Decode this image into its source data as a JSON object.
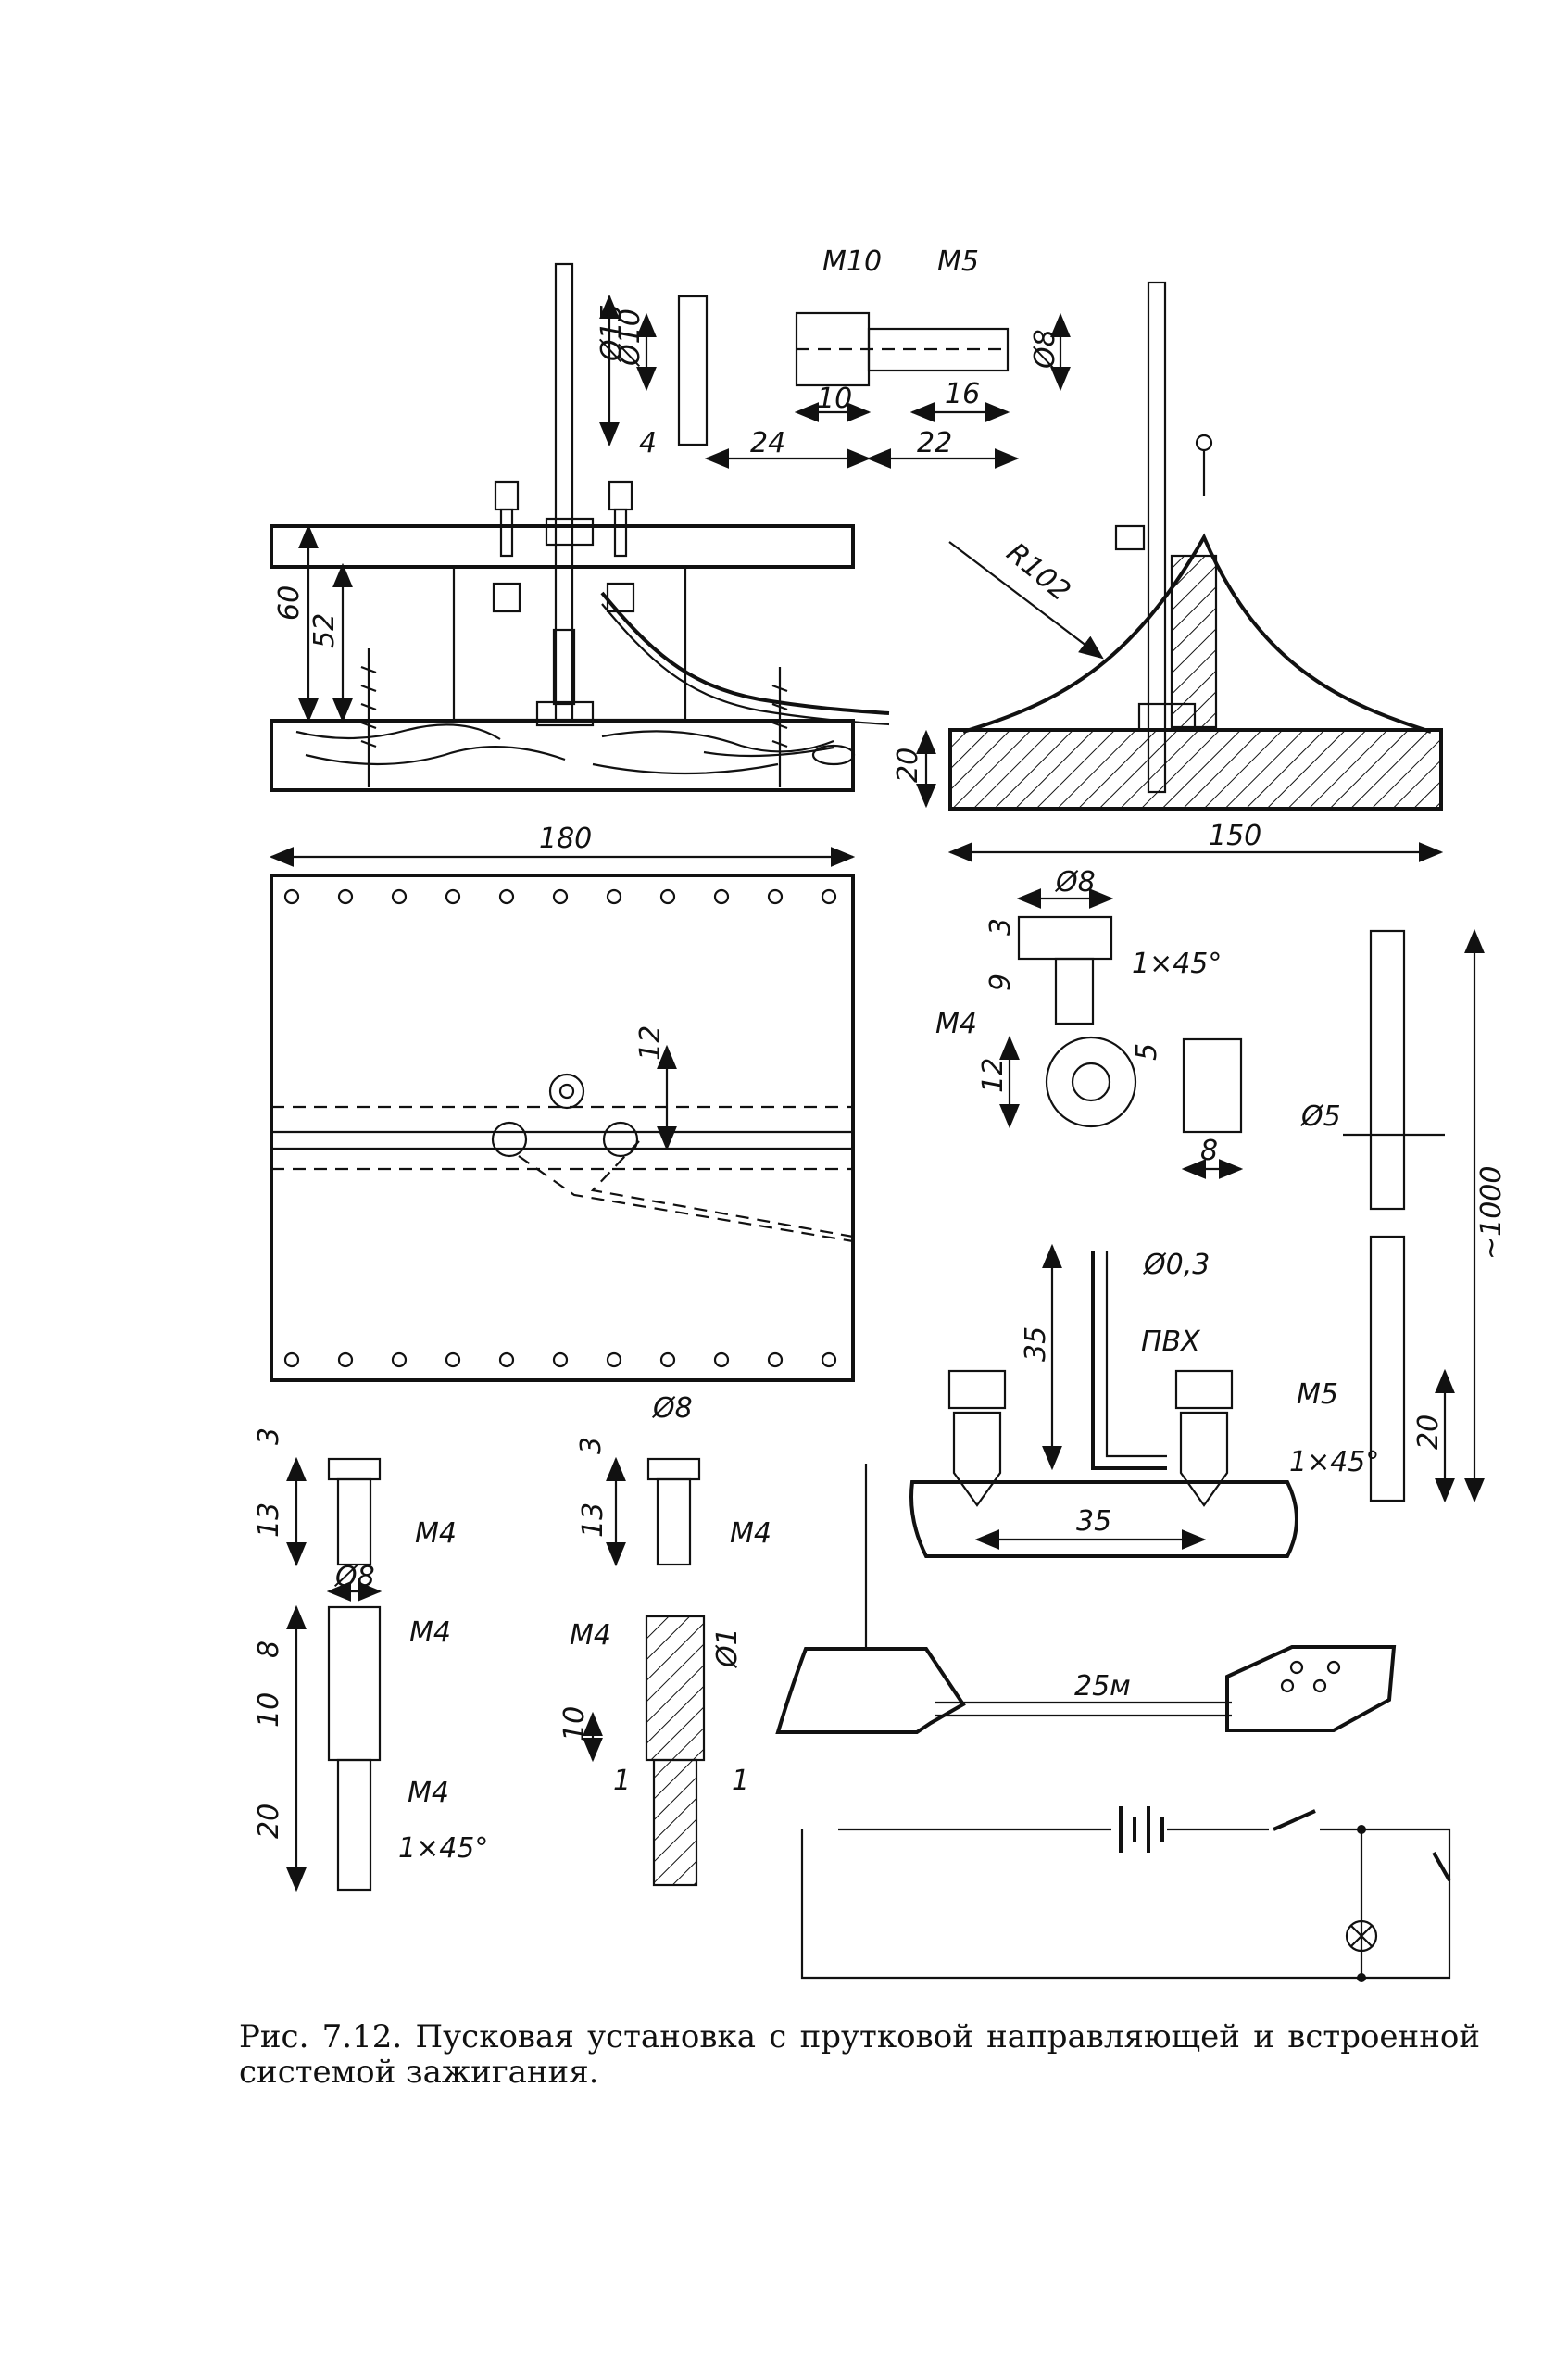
{
  "figure": {
    "caption_number": "Рис. 7.12.",
    "caption_text": "Пусковая установка с прутковой направляющей и встроенной системой зажигания."
  },
  "labels": {
    "front_view": {
      "d60": "60",
      "d52": "52"
    },
    "bushing": {
      "m10": "M10",
      "m5": "M5",
      "d15": "Ø15",
      "d10": "Ø10",
      "d8": "Ø8",
      "l10": "10",
      "l16": "16",
      "l4": "4",
      "l24": "24",
      "l22": "22"
    },
    "side_view": {
      "r102": "R102",
      "h20": "20",
      "w150": "150"
    },
    "plan_view": {
      "w180": "180",
      "o12": "12"
    },
    "thumb_screw": {
      "d8": "Ø8",
      "h3": "3",
      "h9": "9",
      "chamfer": "1×45°",
      "thread": "M4",
      "d12": "12",
      "s5": "5",
      "w8": "8"
    },
    "rod": {
      "d5": "Ø5",
      "length": "~1000",
      "thread": "M5",
      "l20": "20",
      "chamfer": "1×45°"
    },
    "terminal": {
      "wire": "Ø0,3",
      "insulation": "ПВХ",
      "h35": "35",
      "w35": "35"
    },
    "screw_a": {
      "h3": "3",
      "h13": "13",
      "thread": "M4"
    },
    "screw_b": {
      "d8": "Ø8",
      "h3": "3",
      "h13": "13",
      "thread": "M4"
    },
    "stud": {
      "d8": "Ø8",
      "thread_top": "M4",
      "h8": "8",
      "h10": "10",
      "h20": "20",
      "thread_bottom": "M4",
      "chamfer": "1×45°"
    },
    "socket": {
      "thread": "M4",
      "d1": "Ø1",
      "h10": "10",
      "c1a": "1",
      "c1b": "1"
    },
    "cable": {
      "length": "25м"
    }
  }
}
